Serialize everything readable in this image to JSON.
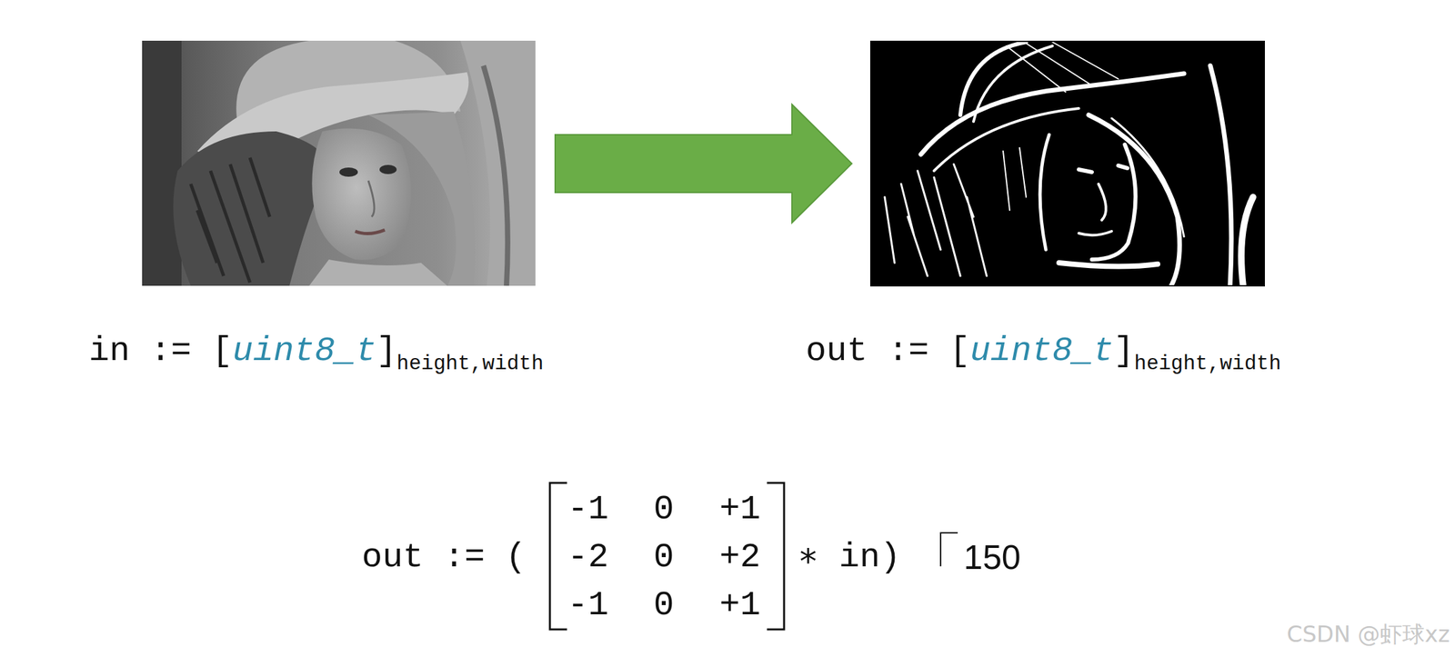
{
  "diagram": {
    "labels": [
      "in :=",
      "[",
      "uint8_t",
      "]",
      "height,width",
      "out :=",
      "[",
      "uint8_t",
      "]",
      "height,width",
      "out := (",
      "-1",
      "0",
      "+1",
      "-2",
      "0",
      "+2",
      "-1",
      "0",
      "+1",
      "∗ in)",
      "⎾",
      "150",
      "CSDN @虾球xz"
    ]
  }
}
